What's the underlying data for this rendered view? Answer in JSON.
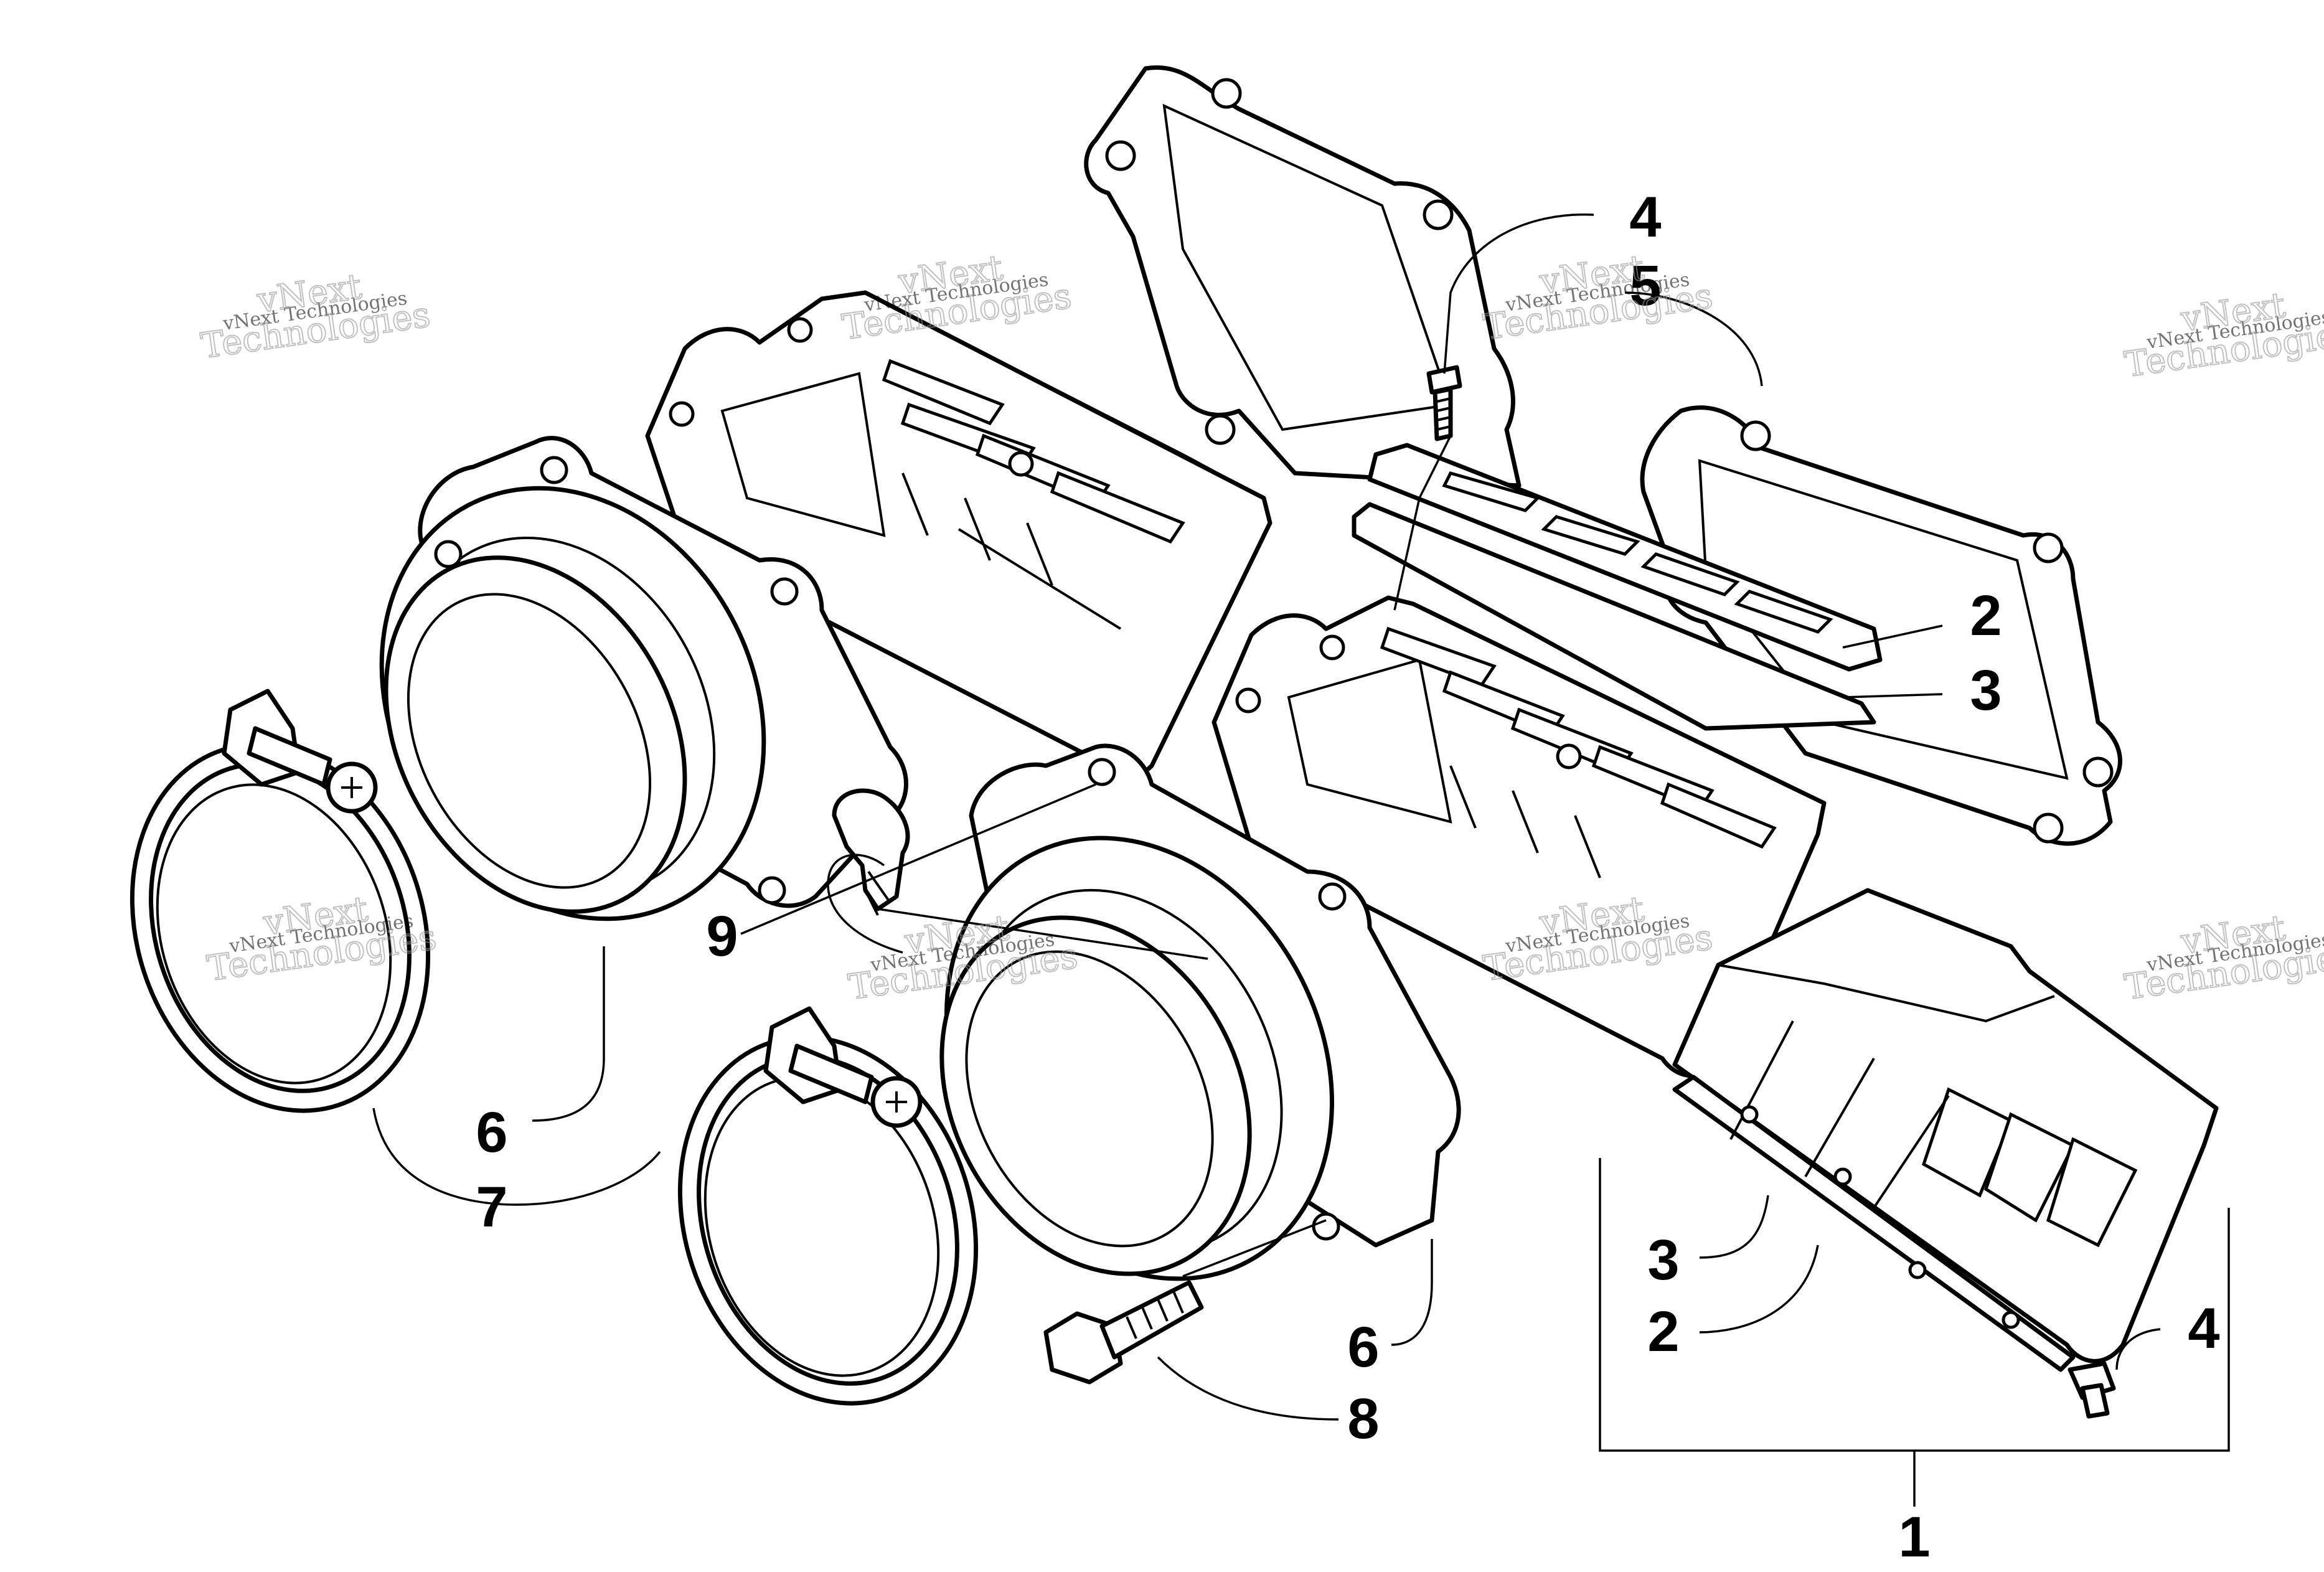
{
  "diagram": {
    "callouts": {
      "c1": "1",
      "c2_top": "2",
      "c3_top": "3",
      "c4_top": "4",
      "c5": "5",
      "c6_left": "6",
      "c6_right": "6",
      "c7": "7",
      "c8": "8",
      "c9": "9",
      "c3_bottom": "3",
      "c2_bottom": "2",
      "c4_bottom": "4"
    },
    "watermark": {
      "line1": "vNext Technologies",
      "line2": "vNext",
      "line3": "Technologies"
    }
  }
}
